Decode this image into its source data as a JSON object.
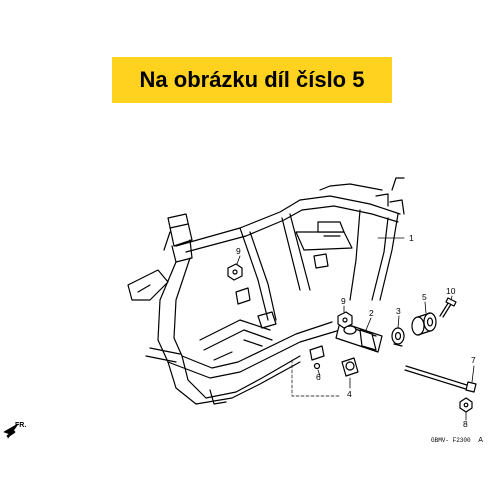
{
  "banner": {
    "text": "Na obrázku díl číslo 5",
    "color": "#ffd21f"
  },
  "callouts": {
    "c1": "1",
    "c2": "2",
    "c3": "3",
    "c4": "4",
    "c5": "5",
    "c6": "6",
    "c7": "7",
    "c8": "8",
    "c9a": "9",
    "c9b": "9",
    "c10": "10"
  },
  "direction_label": "FR.",
  "figure_code": "GBMV- F2300",
  "figure_suffix": "A"
}
